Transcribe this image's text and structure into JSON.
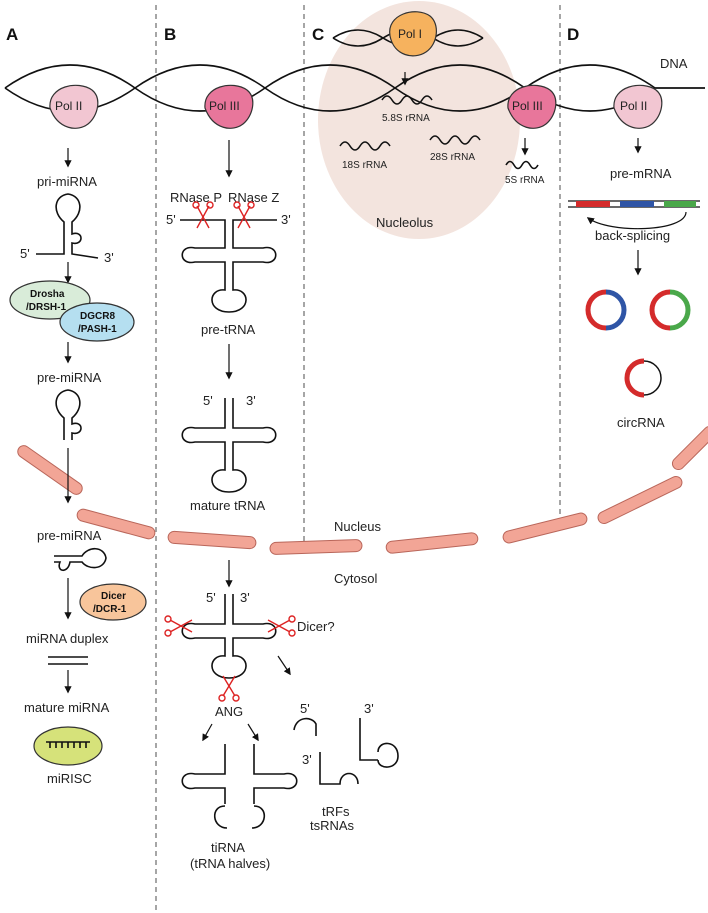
{
  "panels": {
    "a": "A",
    "b": "B",
    "c": "C",
    "d": "D"
  },
  "dna_label": "DNA",
  "polymerases": {
    "pol2_a": "Pol II",
    "pol3_b": "Pol III",
    "pol1_c": "Pol I",
    "pol3_c": "Pol III",
    "pol2_d": "Pol II"
  },
  "panel_a": {
    "pri_mirna": "pri-miRNA",
    "five_prime": "5'",
    "three_prime": "3'",
    "drosha_line1": "Drosha",
    "drosha_line2": "/DRSH-1",
    "dgcr8_line1": "DGCR8",
    "dgcr8_line2": "/PASH-1",
    "pre_mirna_1": "pre-miRNA",
    "pre_mirna_2": "pre-miRNA",
    "dicer_line1": "Dicer",
    "dicer_line2": "/DCR-1",
    "mirna_duplex": "miRNA duplex",
    "mature_mirna": "mature miRNA",
    "mirisc": "miRISC"
  },
  "panel_b": {
    "rnase_p": "RNase P",
    "rnase_z": "RNase Z",
    "five_prime": "5'",
    "three_prime": "3'",
    "pre_trna": "pre-tRNA",
    "five_prime_2": "5'",
    "three_prime_2": "3'",
    "mature_trna": "mature tRNA",
    "five_prime_3": "5'",
    "three_prime_3": "3'",
    "dicer_q": "Dicer?",
    "ang": "ANG",
    "trf_5": "5'",
    "trf_3a": "3'",
    "trf_3b": "3'",
    "trfs": "tRFs",
    "tirna_line1": "tiRNA",
    "tirna_line2": "(tRNA halves)",
    "tsrnas": "tsRNAs"
  },
  "panel_c": {
    "rrna_58s": "5.8S rRNA",
    "rrna_18s": "18S rRNA",
    "rrna_28s": "28S rRNA",
    "rrna_5s": "5S rRNA",
    "nucleolus": "Nucleolus"
  },
  "panel_d": {
    "pre_mrna": "pre-mRNA",
    "back_splicing": "back-splicing",
    "circrna": "circRNA"
  },
  "compartments": {
    "nucleus": "Nucleus",
    "cytosol": "Cytosol"
  },
  "colors": {
    "pol2": "#f2c6d2",
    "pol3": "#e8769b",
    "pol1": "#f6b25e",
    "nucleolus": "#f3e4de",
    "drosha": "#d9ecd9",
    "dgcr8": "#b5dff0",
    "dicer": "#f8c59b",
    "mirisc": "#d6e27a",
    "membrane": "#f2a596",
    "exon_red": "#d42b2b",
    "exon_blue": "#2f55a6",
    "exon_green": "#4aa84a",
    "scissors": "#dd2222"
  }
}
